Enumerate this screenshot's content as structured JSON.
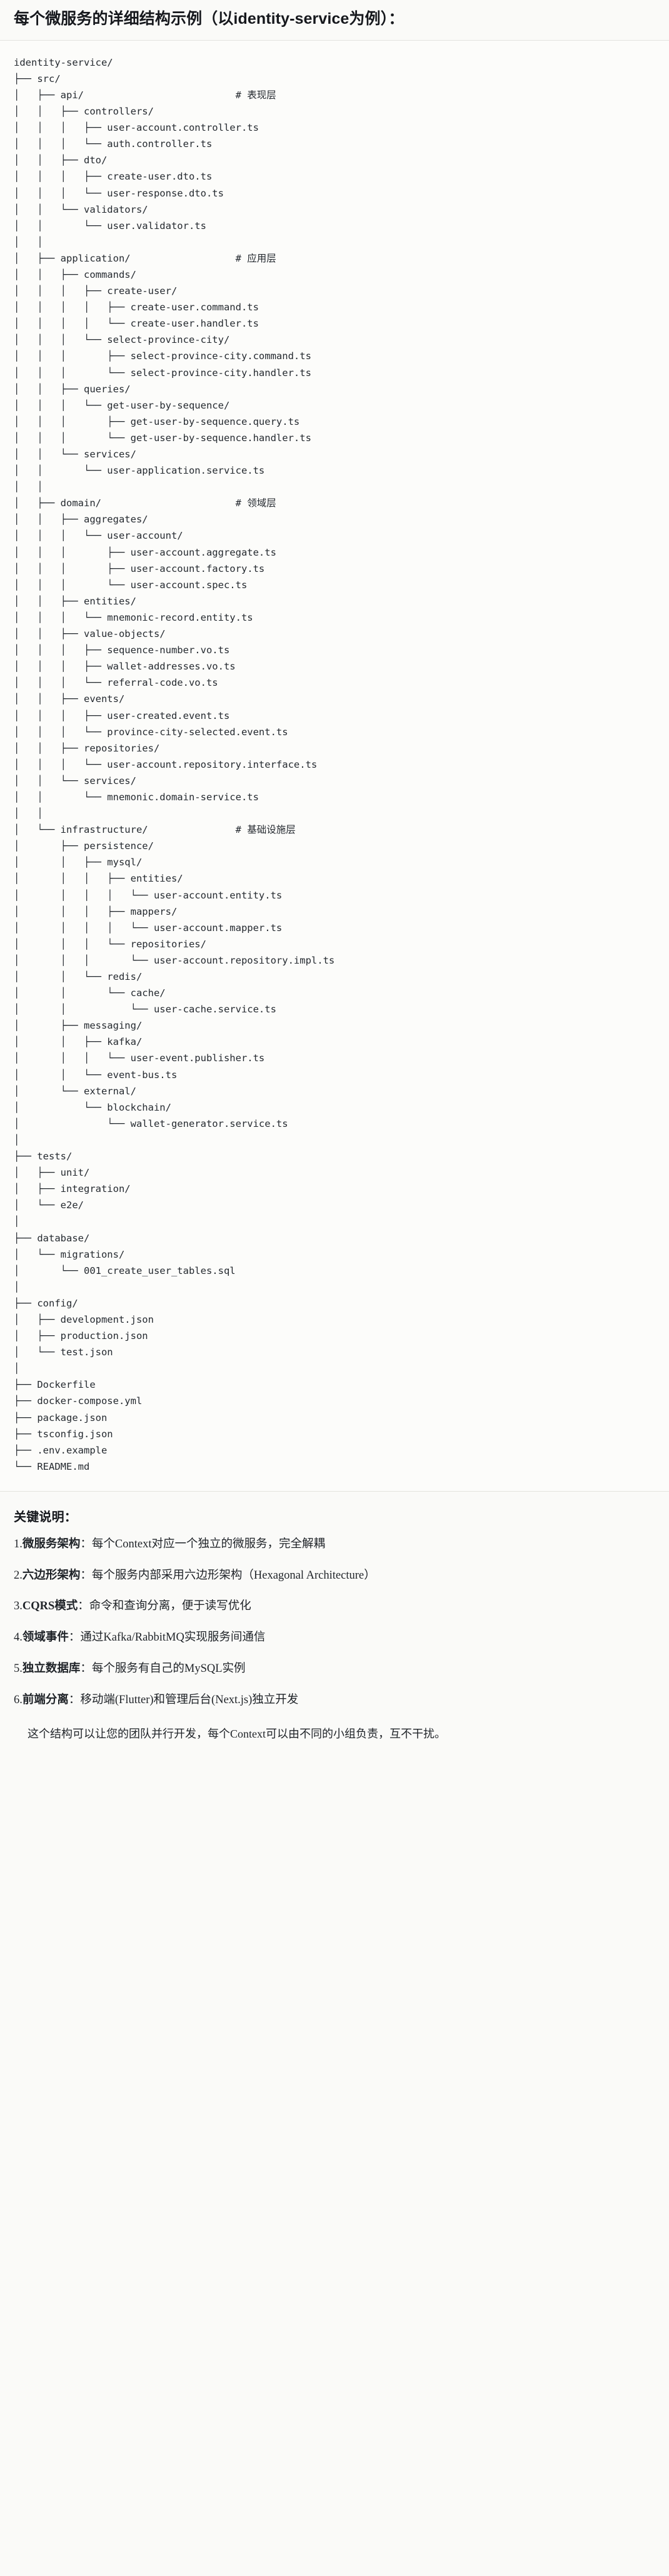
{
  "title": "每个微服务的详细结构示例（以identity-service为例）：",
  "tree": {
    "root": "identity-service/",
    "lines": [
      "identity-service/",
      "├── src/",
      "│   ├── api/                          # 表现层",
      "│   │   ├── controllers/",
      "│   │   │   ├── user-account.controller.ts",
      "│   │   │   └── auth.controller.ts",
      "│   │   ├── dto/",
      "│   │   │   ├── create-user.dto.ts",
      "│   │   │   └── user-response.dto.ts",
      "│   │   └── validators/",
      "│   │       └── user.validator.ts",
      "│   │",
      "│   ├── application/                  # 应用层",
      "│   │   ├── commands/",
      "│   │   │   ├── create-user/",
      "│   │   │   │   ├── create-user.command.ts",
      "│   │   │   │   └── create-user.handler.ts",
      "│   │   │   └── select-province-city/",
      "│   │   │       ├── select-province-city.command.ts",
      "│   │   │       └── select-province-city.handler.ts",
      "│   │   ├── queries/",
      "│   │   │   └── get-user-by-sequence/",
      "│   │   │       ├── get-user-by-sequence.query.ts",
      "│   │   │       └── get-user-by-sequence.handler.ts",
      "│   │   └── services/",
      "│   │       └── user-application.service.ts",
      "│   │",
      "│   ├── domain/                       # 领域层",
      "│   │   ├── aggregates/",
      "│   │   │   └── user-account/",
      "│   │   │       ├── user-account.aggregate.ts",
      "│   │   │       ├── user-account.factory.ts",
      "│   │   │       └── user-account.spec.ts",
      "│   │   ├── entities/",
      "│   │   │   └── mnemonic-record.entity.ts",
      "│   │   ├── value-objects/",
      "│   │   │   ├── sequence-number.vo.ts",
      "│   │   │   ├── wallet-addresses.vo.ts",
      "│   │   │   └── referral-code.vo.ts",
      "│   │   ├── events/",
      "│   │   │   ├── user-created.event.ts",
      "│   │   │   └── province-city-selected.event.ts",
      "│   │   ├── repositories/",
      "│   │   │   └── user-account.repository.interface.ts",
      "│   │   └── services/",
      "│   │       └── mnemonic.domain-service.ts",
      "│   │",
      "│   └── infrastructure/               # 基础设施层",
      "│       ├── persistence/",
      "│       │   ├── mysql/",
      "│       │   │   ├── entities/",
      "│       │   │   │   └── user-account.entity.ts",
      "│       │   │   ├── mappers/",
      "│       │   │   │   └── user-account.mapper.ts",
      "│       │   │   └── repositories/",
      "│       │   │       └── user-account.repository.impl.ts",
      "│       │   └── redis/",
      "│       │       └── cache/",
      "│       │           └── user-cache.service.ts",
      "│       ├── messaging/",
      "│       │   ├── kafka/",
      "│       │   │   └── user-event.publisher.ts",
      "│       │   └── event-bus.ts",
      "│       └── external/",
      "│           └── blockchain/",
      "│               └── wallet-generator.service.ts",
      "│",
      "├── tests/",
      "│   ├── unit/",
      "│   ├── integration/",
      "│   └── e2e/",
      "│",
      "├── database/",
      "│   └── migrations/",
      "│       └── 001_create_user_tables.sql",
      "│",
      "├── config/",
      "│   ├── development.json",
      "│   ├── production.json",
      "│   └── test.json",
      "│",
      "├── Dockerfile",
      "├── docker-compose.yml",
      "├── package.json",
      "├── tsconfig.json",
      "├── .env.example",
      "└── README.md"
    ],
    "layer_comments": [
      "# 表现层",
      "# 应用层",
      "# 领域层",
      "# 基础设施层"
    ]
  },
  "notes": {
    "heading": "关键说明：",
    "items": [
      {
        "num": "1.",
        "lead": "微服务架构",
        "text": "：每个Context对应一个独立的微服务，完全解耦"
      },
      {
        "num": "2.",
        "lead": "六边形架构",
        "text": "：每个服务内部采用六边形架构（Hexagonal Architecture）"
      },
      {
        "num": "3.",
        "lead": "CQRS模式",
        "text": "：命令和查询分离，便于读写优化"
      },
      {
        "num": "4.",
        "lead": "领域事件",
        "text": "：通过Kafka/RabbitMQ实现服务间通信"
      },
      {
        "num": "5.",
        "lead": "独立数据库",
        "text": "：每个服务有自己的MySQL实例"
      },
      {
        "num": "6.",
        "lead": "前端分离",
        "text": "：移动端(Flutter)和管理后台(Next.js)独立开发"
      }
    ],
    "closing": "这个结构可以让您的团队并行开发，每个Context可以由不同的小组负责，互不干扰。"
  }
}
